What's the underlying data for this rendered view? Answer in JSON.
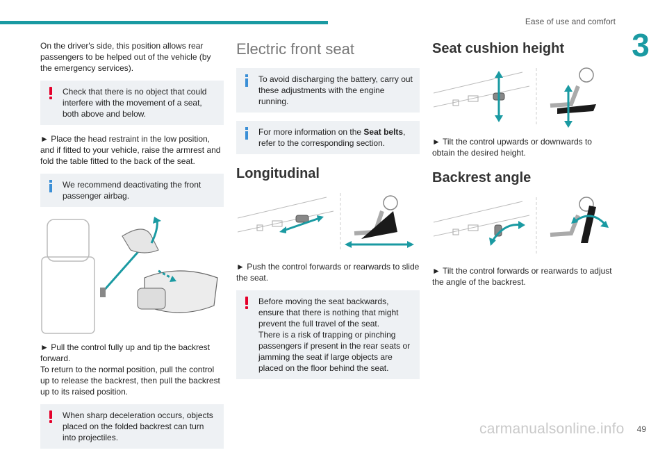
{
  "header": {
    "section_title": "Ease of use and comfort",
    "chapter_number": "3",
    "page_number": "49"
  },
  "watermark": "carmanualsonline.info",
  "col1": {
    "intro": "On the driver's side, this position allows rear passengers to be helped out of the vehicle (by the emergency services).",
    "warning1": "Check that there is no object that could interfere with the movement of a seat, both above and below.",
    "step1": "► Place the head restraint in the low position, and if fitted to your vehicle, raise the armrest and fold the table fitted to the back of the seat.",
    "info1": "We recommend deactivating the front passenger airbag.",
    "step2": "► Pull the control fully up and tip the backrest forward.",
    "step2b": "To return to the normal position, pull the control up to release the backrest, then pull the backrest up to its raised position.",
    "warning2": "When sharp deceleration occurs, objects placed on the folded backrest can turn into projectiles."
  },
  "col2": {
    "title": "Electric front seat",
    "info1": "To avoid discharging the battery, carry out these adjustments with the engine running.",
    "info2_pre": "For more information on the ",
    "info2_bold": "Seat belts",
    "info2_post": ", refer to the corresponding section.",
    "subtitle": "Longitudinal",
    "step": "► Push the control forwards or rearwards to slide the seat.",
    "warning": "Before moving the seat backwards, ensure that there is nothing that might prevent the full travel of the seat.",
    "warning_b": "There is a risk of trapping or pinching passengers if present in the rear seats or jamming the seat if large objects are placed on the floor behind the seat."
  },
  "col3": {
    "subtitle1": "Seat cushion height",
    "step1": "► Tilt the control upwards or downwards to obtain the desired height.",
    "subtitle2": "Backrest angle",
    "step2": "► Tilt the control forwards or rearwards to adjust the angle of the backrest."
  },
  "colors": {
    "accent": "#1a9aa2",
    "warning": "#e4002b",
    "info": "#3b8fd6",
    "box_bg": "#eef1f4"
  },
  "icons": [
    "warning-icon",
    "info-icon",
    "seat-illustration",
    "control-arrow-icon"
  ]
}
